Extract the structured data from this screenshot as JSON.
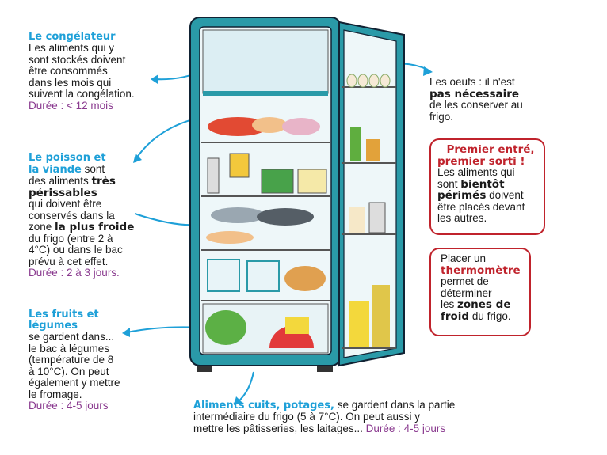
{
  "congelateur": {
    "title": "Le congélateur",
    "l1": "Les aliments qui y",
    "l2": "sont stockés doivent",
    "l3": "être consommés",
    "l4": "dans les mois qui",
    "l5": "suivent la congélation.",
    "duree": "Durée : < 12 mois"
  },
  "poisson": {
    "t1": "Le poisson et",
    "t2": "la viande",
    "l1": "sont",
    "l2a": "des aliments",
    "l2b": "très",
    "l3": "périssables",
    "l4": "qui doivent être",
    "l5": "conservés dans la",
    "l6a": "zone",
    "l6b": "la plus froide",
    "l7": "du frigo (entre 2 à",
    "l8": "4°C) ou dans le bac",
    "l9": "prévu à cet effet.",
    "duree": "Durée : 2 à 3 jours."
  },
  "fruits": {
    "t1": "Les fruits et",
    "t2": "légumes",
    "l1": "se gardent dans...",
    "l2": "le bac à légumes",
    "l3": "(température de 8",
    "l4": "à 10°C). On peut",
    "l5": "également y mettre",
    "l6": "le fromage.",
    "duree": "Durée : 4-5 jours"
  },
  "oeufs": {
    "l1": "Les oeufs : il n'est",
    "l2": "pas nécessaire",
    "l3": "de les conserver au",
    "l4": "frigo."
  },
  "premier": {
    "t1": "Premier entré,",
    "t2": "premier sorti !",
    "l1": "Les aliments qui",
    "l2a": "sont",
    "l2b": "bientôt",
    "l3a": "périmés",
    "l3b": "doivent",
    "l4": "être placés devant",
    "l5": "les autres."
  },
  "thermo": {
    "l1": "Placer un",
    "l2": "thermomètre",
    "l3": "permet de",
    "l4": "déterminer",
    "l5a": "les",
    "l5b": "zones de",
    "l6a": "froid",
    "l6b": "du frigo."
  },
  "cuits": {
    "t": "Aliments cuits, potages,",
    "l1": "se gardent dans la partie",
    "l2": "intermédiaire du frigo  (5 à 7°C). On peut aussi y",
    "l3": "mettre les pâtisseries, les laitages...",
    "duree": "Durée : 4-5 jours"
  },
  "colors": {
    "fridge": "#2a9aa8",
    "accent": "#1ea0d8",
    "duration": "#8a3a8f",
    "box": "#c0232c"
  }
}
